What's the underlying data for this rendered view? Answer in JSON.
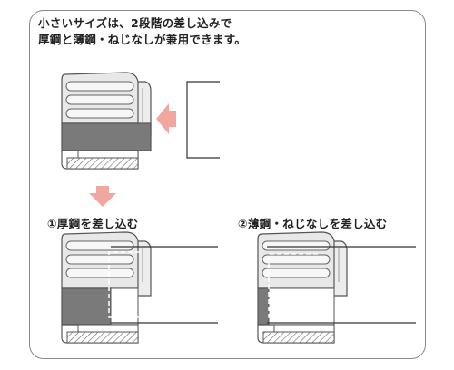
{
  "heading": {
    "line1": "小さいサイズは、2段階の差し込みで",
    "line2": "厚鋼と薄鋼・ねじなしが兼用できます。"
  },
  "steps": [
    {
      "label": "①厚鋼を差し込む"
    },
    {
      "label": "②薄鋼・ねじなしを差し込む"
    }
  ],
  "colors": {
    "arrow": "#f2a6a0",
    "band": "#7a7a7a",
    "fitting_fill": "#e8e8e8",
    "outline": "#555555"
  }
}
